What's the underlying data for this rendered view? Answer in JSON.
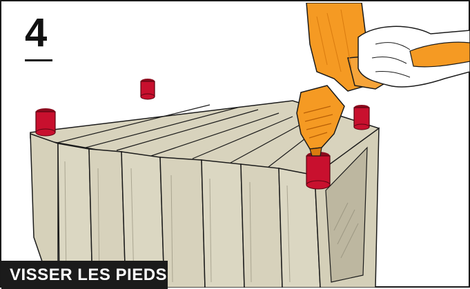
{
  "step": {
    "number": "4",
    "title": "VISSER LES PIEDS"
  },
  "colors": {
    "wood": "#dbd7c2",
    "wood_shade": "#c6c1a9",
    "inner": "#b9b39c",
    "leg": "#c8102e",
    "leg_dark": "#8c0b1e",
    "drill": "#f59a23",
    "drill_dark": "#d97b0f",
    "ink": "#1a1a1a",
    "caption_bg": "#1b1b1b"
  },
  "icons": {
    "drill": "power-drill",
    "hand": "hand",
    "leg": "furniture-foot"
  }
}
